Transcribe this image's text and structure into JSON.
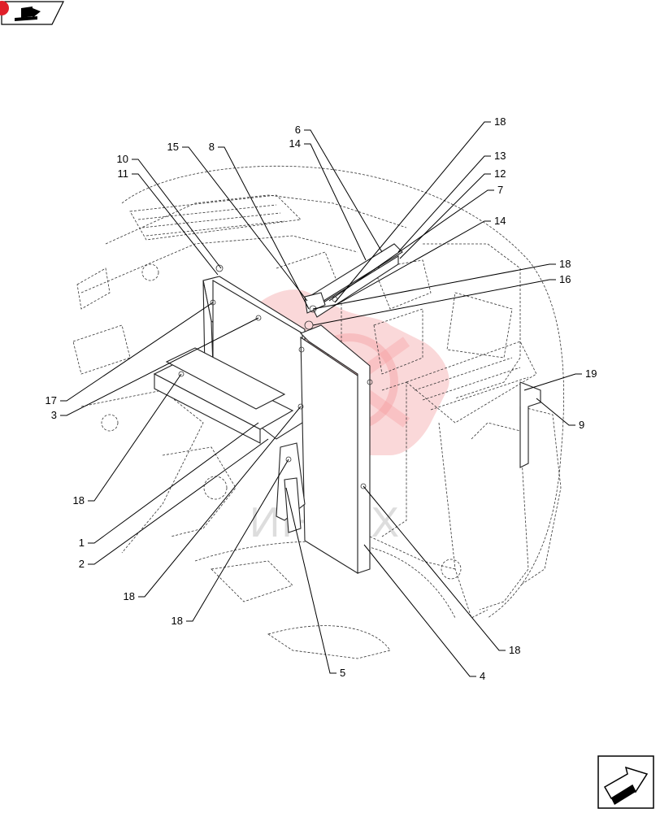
{
  "colors": {
    "line": "#000000",
    "watermark": "#e8343a",
    "badge": "#e0202a"
  },
  "icons": {
    "top_left": "book-arrow-icon",
    "bottom_right": "next-page-arrow-icon",
    "badge": "red-dot-icon"
  },
  "watermark": {
    "text": "ИНТЕХ"
  },
  "callouts": [
    {
      "label": "6"
    },
    {
      "label": "14"
    },
    {
      "label": "18"
    },
    {
      "label": "13"
    },
    {
      "label": "12"
    },
    {
      "label": "7"
    },
    {
      "label": "14"
    },
    {
      "label": "15"
    },
    {
      "label": "8"
    },
    {
      "label": "10"
    },
    {
      "label": "11"
    },
    {
      "label": "18"
    },
    {
      "label": "16"
    },
    {
      "label": "17"
    },
    {
      "label": "3"
    },
    {
      "label": "19"
    },
    {
      "label": "9"
    },
    {
      "label": "18"
    },
    {
      "label": "1"
    },
    {
      "label": "2"
    },
    {
      "label": "18"
    },
    {
      "label": "18"
    },
    {
      "label": "5"
    },
    {
      "label": "4"
    },
    {
      "label": "18"
    }
  ]
}
